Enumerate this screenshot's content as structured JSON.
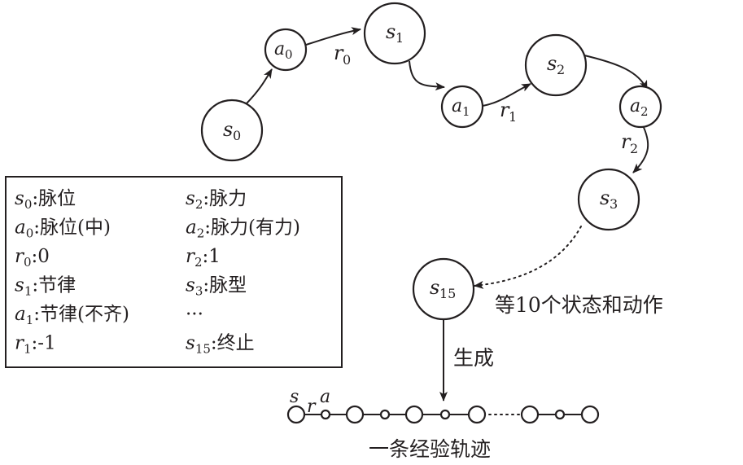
{
  "states": [
    {
      "id": "s0",
      "sym": "s",
      "sub": "0"
    },
    {
      "id": "s1",
      "sym": "s",
      "sub": "1"
    },
    {
      "id": "s2",
      "sym": "s",
      "sub": "2"
    },
    {
      "id": "s3",
      "sym": "s",
      "sub": "3"
    },
    {
      "id": "s15",
      "sym": "s",
      "sub": "15"
    }
  ],
  "actions": [
    {
      "id": "a0",
      "sym": "a",
      "sub": "0"
    },
    {
      "id": "a1",
      "sym": "a",
      "sub": "1"
    },
    {
      "id": "a2",
      "sym": "a",
      "sub": "2"
    }
  ],
  "rewards": [
    {
      "id": "r0",
      "sym": "r",
      "sub": "0"
    },
    {
      "id": "r1",
      "sym": "r",
      "sub": "1"
    },
    {
      "id": "r2",
      "sym": "r",
      "sub": "2"
    }
  ],
  "ellipsis_label": "等10个状态和动作",
  "generate_label": "生成",
  "trajectory_label": "一条经验轨迹",
  "trajectory_symbols": {
    "s": "s",
    "r": "r",
    "a": "a"
  },
  "legend": {
    "left": [
      {
        "sym": "s",
        "sub": "0",
        "text": ":脉位"
      },
      {
        "sym": "a",
        "sub": "0",
        "text": ":脉位(中)"
      },
      {
        "sym": "r",
        "sub": "0",
        "text": ":0"
      },
      {
        "sym": "s",
        "sub": "1",
        "text": ":节律"
      },
      {
        "sym": "a",
        "sub": "1",
        "text": ":节律(不齐)"
      },
      {
        "sym": "r",
        "sub": "1",
        "text": ":-1"
      }
    ],
    "right": [
      {
        "sym": "s",
        "sub": "2",
        "text": ":脉力"
      },
      {
        "sym": "a",
        "sub": "2",
        "text": ":脉力(有力)"
      },
      {
        "sym": "r",
        "sub": "2",
        "text": ":1"
      },
      {
        "sym": "s",
        "sub": "3",
        "text": ":脉型"
      },
      {
        "sym": "",
        "sub": "",
        "text": "···"
      },
      {
        "sym": "s",
        "sub": "15",
        "text": ":终止"
      }
    ]
  }
}
